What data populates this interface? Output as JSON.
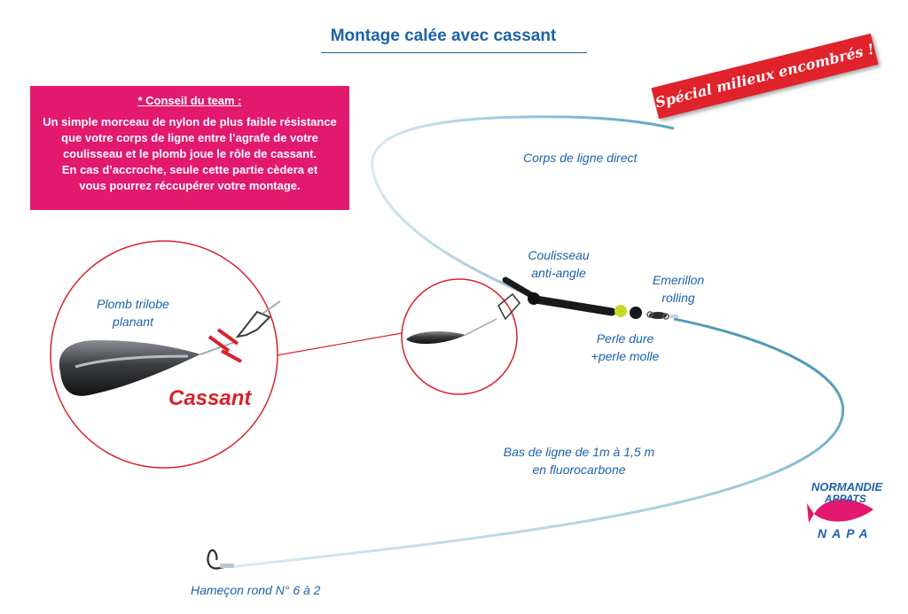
{
  "title": "Montage calée avec cassant",
  "tip": {
    "heading": "* Conseil du team :",
    "lines": [
      "Un simple morceau de nylon de plus faible résistance",
      "que votre corps de ligne entre l’agrafe de votre",
      "coulisseau et le plomb joue le rôle de cassant.",
      "En cas d’accroche, seule cette partie cèdera et",
      "vous pourrez réccupérer votre montage."
    ]
  },
  "stamp": "Spécial milieux encombrés !",
  "labels": {
    "corps": "Corps de ligne direct",
    "coulisseau": [
      "Coulisseau",
      "anti-angle"
    ],
    "emerillon": [
      "Emerillon",
      "rolling"
    ],
    "perle": [
      "Perle dure",
      "+perle molle"
    ],
    "bas": [
      "Bas de ligne de 1m à 1,5 m",
      "en fluorocarbone"
    ],
    "plomb": [
      "Plomb trilobe",
      "planant"
    ],
    "cassant": "Cassant",
    "hamecon": "Hameçon rond N° 6 à 2"
  },
  "logo": {
    "line1": "NORMANDIE",
    "line2": "APPATS",
    "line3": "NAPA"
  },
  "colors": {
    "title": "#1d62a8",
    "tip_bg": "#e2196e",
    "stamp_bg": "#e0222b",
    "circle": "#d8222a",
    "line_light": "#cfe3ee",
    "line_dark": "#3a8fb0",
    "bead_green": "#c9d82b"
  }
}
